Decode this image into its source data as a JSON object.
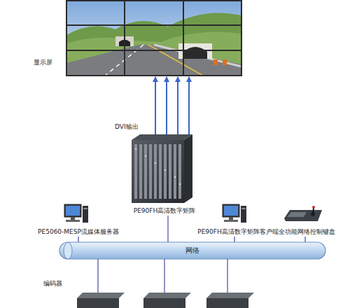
{
  "diagram": {
    "nodes": [
      {
        "text": [
          "显示屏"
        ]
      },
      {
        "text": [
          "PE90FH高清数字矩阵"
        ]
      },
      {
        "text": [
          "PE5060-MESP流媒体服务器"
        ]
      },
      {
        "text": [
          "PE90FH高清数字矩阵客户端"
        ]
      },
      {
        "text": [
          "全功能网络控制键盘"
        ]
      },
      {
        "text": [
          "网络"
        ]
      }
    ],
    "edges": [
      {
        "from": 1,
        "to": 0,
        "arrow": "to"
      },
      {
        "from": 1,
        "to": 0,
        "arrow": "to"
      },
      {
        "from": 1,
        "to": 0,
        "arrow": "to"
      },
      {
        "from": 1,
        "to": 0,
        "arrow": "to"
      },
      {
        "from": 2,
        "to": 5,
        "arrow": "none"
      },
      {
        "from": 1,
        "to": 5,
        "arrow": "none"
      },
      {
        "from": 3,
        "to": 5,
        "arrow": "none"
      },
      {
        "from": 4,
        "to": 5,
        "arrow": "none"
      }
    ],
    "labels": [
      "DVI输出",
      "编码器"
    ]
  }
}
